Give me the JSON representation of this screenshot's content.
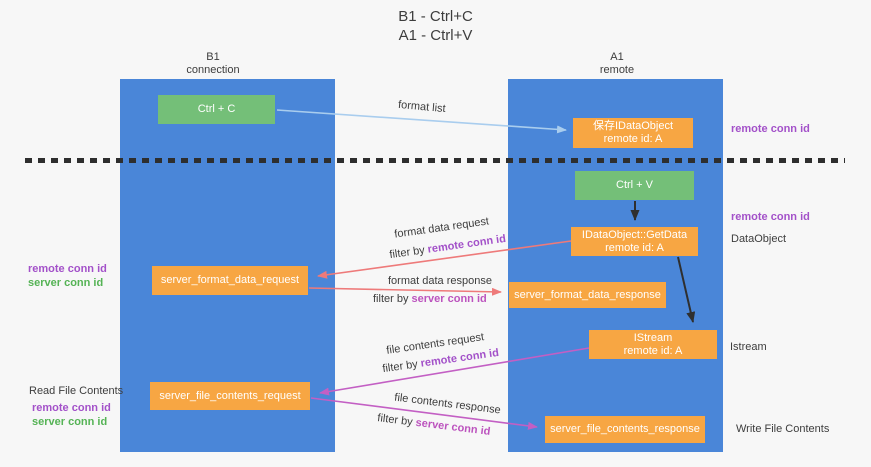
{
  "colors": {
    "background": "#f7f7f7",
    "lane_blue": "#4a86d8",
    "box_green": "#74bf78",
    "box_orange": "#f7a643",
    "arrow_light_blue": "#a9cdee",
    "arrow_black": "#2f2f2f",
    "arrow_salmon": "#ee7a7a",
    "arrow_magenta": "#c35fc4",
    "text_purple": "#a351c9",
    "text_green": "#55b355",
    "text_magenta": "#bc53be"
  },
  "title": {
    "line1": "B1 - Ctrl+C",
    "line2": "A1 - Ctrl+V"
  },
  "lanes": {
    "left": {
      "title": "B1",
      "subtitle": "connection"
    },
    "right": {
      "title": "A1",
      "subtitle": "remote"
    }
  },
  "boxes": {
    "ctrl_c": "Ctrl + C",
    "ctrl_v": "Ctrl + V",
    "save_dataobject": {
      "line1": "保存IDataObject",
      "line2": "remote id: A"
    },
    "getdata": {
      "line1": "IDataObject::GetData",
      "line2": "remote id: A"
    },
    "istream": {
      "line1": "IStream",
      "line2": "remote id: A"
    },
    "format_request": "server_format_data_request",
    "format_response": "server_format_data_response",
    "file_request": "server_file_contents_request",
    "file_response": "server_file_contents_response"
  },
  "flow_labels": {
    "format_list": "format list",
    "format_data_request": "format data request",
    "format_data_response": "format data response",
    "file_contents_request": "file contents request",
    "file_contents_response": "file contents response",
    "filter_by": "filter by",
    "remote_conn_id": "remote conn id",
    "server_conn_id": "server conn id"
  },
  "side_labels": {
    "remote_conn_id": "remote conn id",
    "server_conn_id": "server conn id",
    "dataobject": "DataObject",
    "istream": "Istream",
    "read_file_contents": "Read File Contents",
    "write_file_contents": "Write File Contents"
  }
}
